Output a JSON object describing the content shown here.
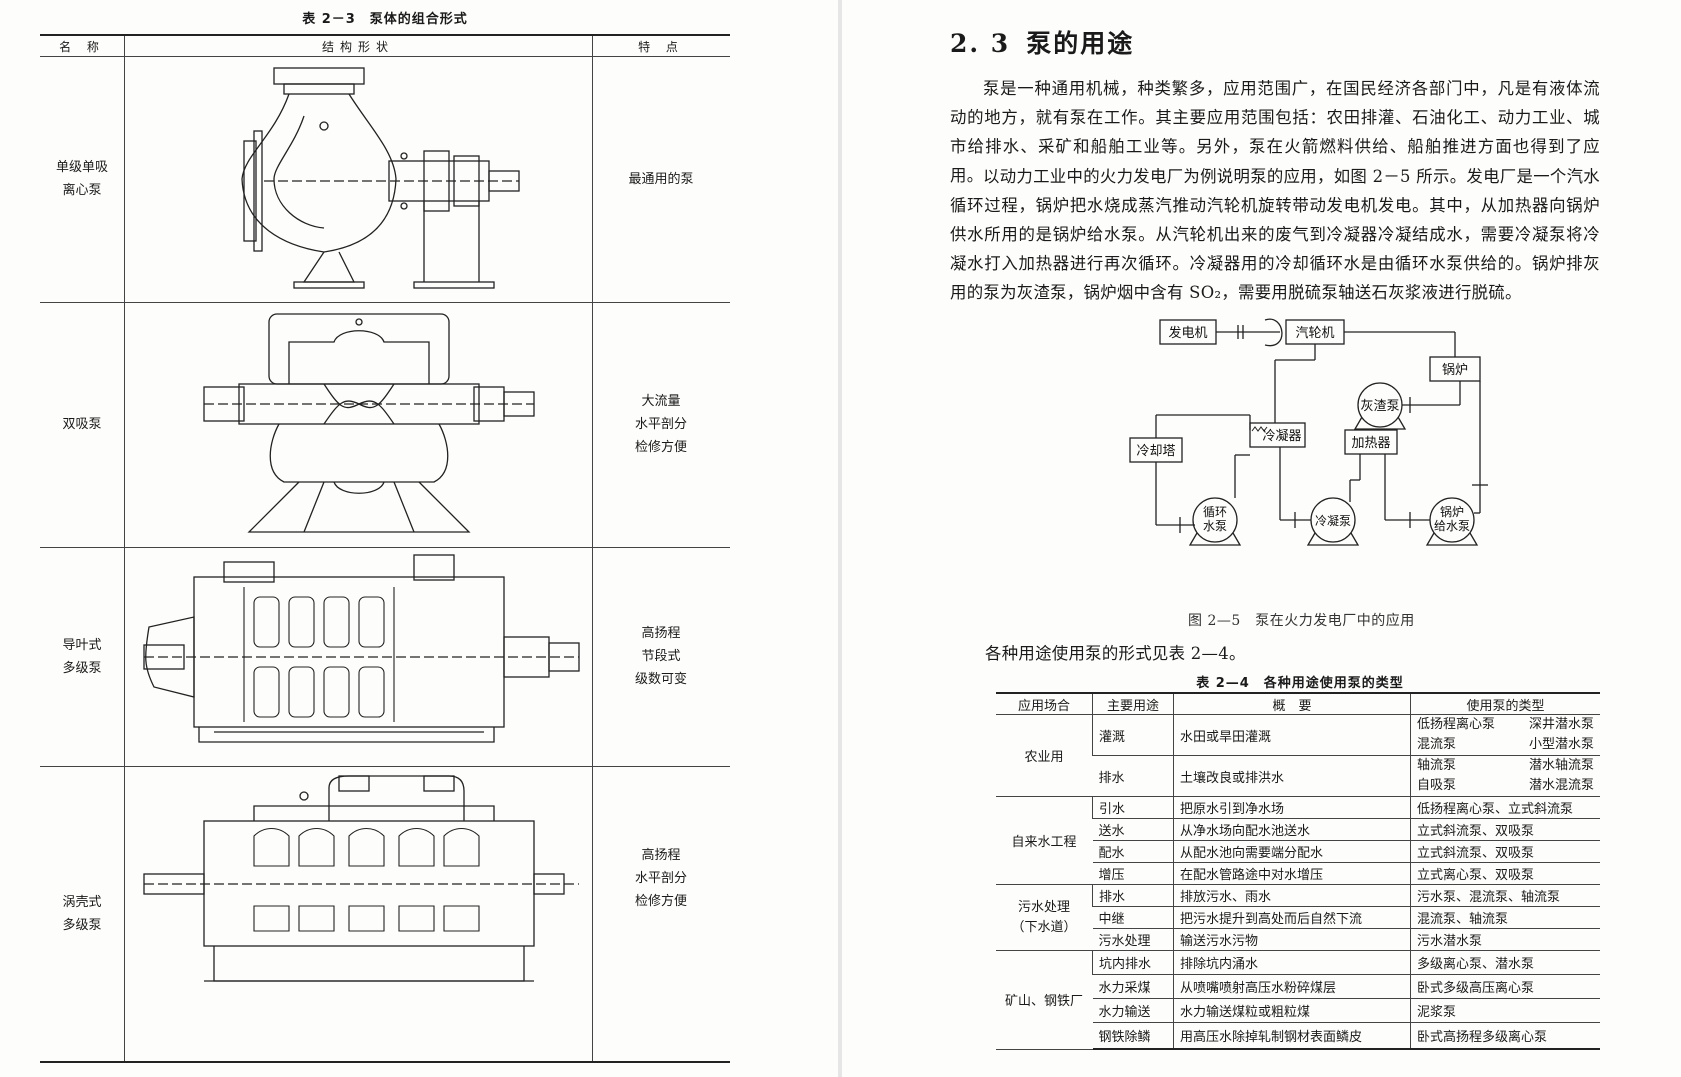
{
  "left": {
    "table_title": "表 2－3　泵体的组合形式",
    "headers": {
      "name": "名 称",
      "structure": "结构形状",
      "features": "特 点"
    },
    "rows": [
      {
        "name": "单级单吸\n离心泵",
        "features": "最通用的泵"
      },
      {
        "name": "双吸泵",
        "features": "大流量\n水平剖分\n检修方便"
      },
      {
        "name": "导叶式\n多级泵",
        "features": "高扬程\n节段式\n级数可变"
      },
      {
        "name": "涡壳式\n多级泵",
        "features": "高扬程\n水平剖分\n检修方便"
      }
    ]
  },
  "right": {
    "section_number": "2. 3",
    "section_title": "泵的用途",
    "para1": "泵是一种通用机械，种类繁多，应用范围广，在国民经济各部门中，凡是有液体流动的地方，就有泵在工作。其主要应用范围包括：农田排灌、石油化工、动力工业、城市给排水、采矿和船舶工业等。另外，泵在火箭燃料供给、船舶推进方面也得到了应用。",
    "para2": "以动力工业中的火力发电厂为例说明泵的应用，如图 2－5 所示。发电厂是一个汽水循环过程，锅炉把水烧成蒸汽推动汽轮机旋转带动发电机发电。其中，从加热器向锅炉供水所用的是锅炉给水泵。从汽轮机出来的废气到冷凝器冷凝结成水，需要冷凝泵将冷凝水打入加热器进行再次循环。冷凝器用的冷却循环水是由循环水泵供给的。锅炉排灰用的泵为灰渣泵，锅炉烟中含有 SO₂，需要用脱硫泵轴送石灰浆液进行脱硫。",
    "diagram": {
      "generator": "发电机",
      "turbine": "汽轮机",
      "boiler": "锅炉",
      "ash_pump": "灰渣泵",
      "condenser": "冷凝器",
      "heater": "加热器",
      "cooling_tower": "冷却塔",
      "circ_pump_1": "循环",
      "circ_pump_2": "水泵",
      "cond_pump": "冷凝泵",
      "feed_pump_1": "锅炉",
      "feed_pump_2": "给水泵"
    },
    "figure_caption": "图 2—5　泵在火力发电厂中的应用",
    "lead": "各种用途使用泵的形式见表 2—4。",
    "table_title": "表 2—4　各种用途使用泵的类型",
    "table_headers": [
      "应用场合",
      "主要用途",
      "概　要",
      "使用泵的类型"
    ],
    "groups": [
      {
        "field": "农业用",
        "rows": [
          {
            "use": "灌溉",
            "summary": "水田或旱田灌溉",
            "types": [
              [
                "低扬程离心泵",
                "深井潜水泵"
              ],
              [
                "混流泵",
                "小型潜水泵"
              ]
            ]
          },
          {
            "use": "排水",
            "summary": "土壤改良或排洪水",
            "types": [
              [
                "轴流泵",
                "潜水轴流泵"
              ],
              [
                "自吸泵",
                "潜水混流泵"
              ]
            ]
          }
        ]
      },
      {
        "field": "自来水工程",
        "rows": [
          {
            "use": "引水",
            "summary": "把原水引到净水场",
            "types": "低扬程离心泵、立式斜流泵"
          },
          {
            "use": "送水",
            "summary": "从净水场向配水池送水",
            "types": "立式斜流泵、双吸泵"
          },
          {
            "use": "配水",
            "summary": "从配水池向需要端分配水",
            "types": "立式斜流泵、双吸泵"
          },
          {
            "use": "增压",
            "summary": "在配水管路途中对水增压",
            "types": "立式离心泵、双吸泵"
          }
        ]
      },
      {
        "field": "污水处理\n（下水道）",
        "rows": [
          {
            "use": "排水",
            "summary": "排放污水、雨水",
            "types": "污水泵、混流泵、轴流泵"
          },
          {
            "use": "中继",
            "summary": "把污水提升到高处而后自然下流",
            "types": "混流泵、轴流泵"
          },
          {
            "use": "污水处理",
            "summary": "输送污水污物",
            "types": "污水潜水泵"
          }
        ]
      },
      {
        "field": "矿山、钢铁厂",
        "rows": [
          {
            "use": "坑内排水",
            "summary": "排除坑内涌水",
            "types": "多级离心泵、潜水泵"
          },
          {
            "use": "水力采煤",
            "summary": "从喷嘴喷射高压水粉碎煤层",
            "types": "卧式多级高压离心泵"
          },
          {
            "use": "水力输送",
            "summary": "水力输送煤粒或粗粒煤",
            "types": "泥浆泵"
          },
          {
            "use": "钢铁除鳞",
            "summary": "用高压水除掉轧制钢材表面鳞皮",
            "types": "卧式高扬程多级离心泵"
          }
        ]
      }
    ]
  }
}
